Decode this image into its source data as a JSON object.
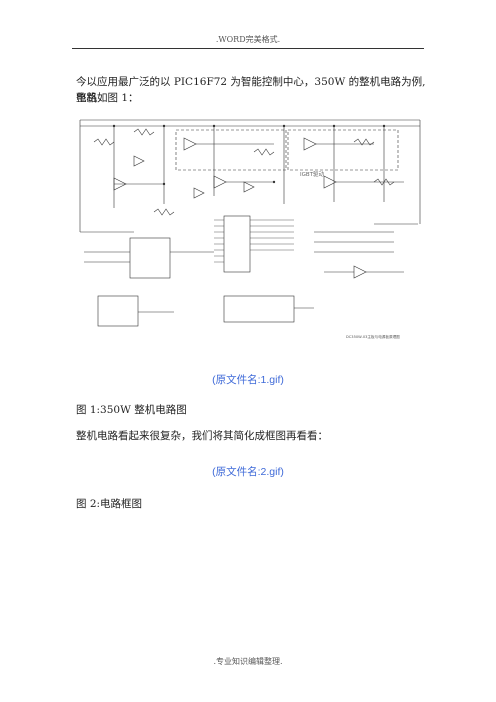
{
  "header": {
    "text": ".WORD完美格式."
  },
  "intro": {
    "line1": "今以应用最广泛的以 PIC16F72 为智能控制中心，350W 的整机电路为例,整机",
    "line2": "电路如图 1："
  },
  "figure1": {
    "caption": "(原文件名:1.gif)",
    "label": "图 1:350W 整机电路图",
    "annotation": "IGBT驱动",
    "stamp": "DC350W-03主板与电源板原理图"
  },
  "body2": {
    "text": "整机电路看起来很复杂，我们将其简化成框图再看看："
  },
  "figure2": {
    "caption": "(原文件名:2.gif)",
    "label": "图 2:电路框图"
  },
  "footer": {
    "text": ".专业知识编辑整理."
  }
}
